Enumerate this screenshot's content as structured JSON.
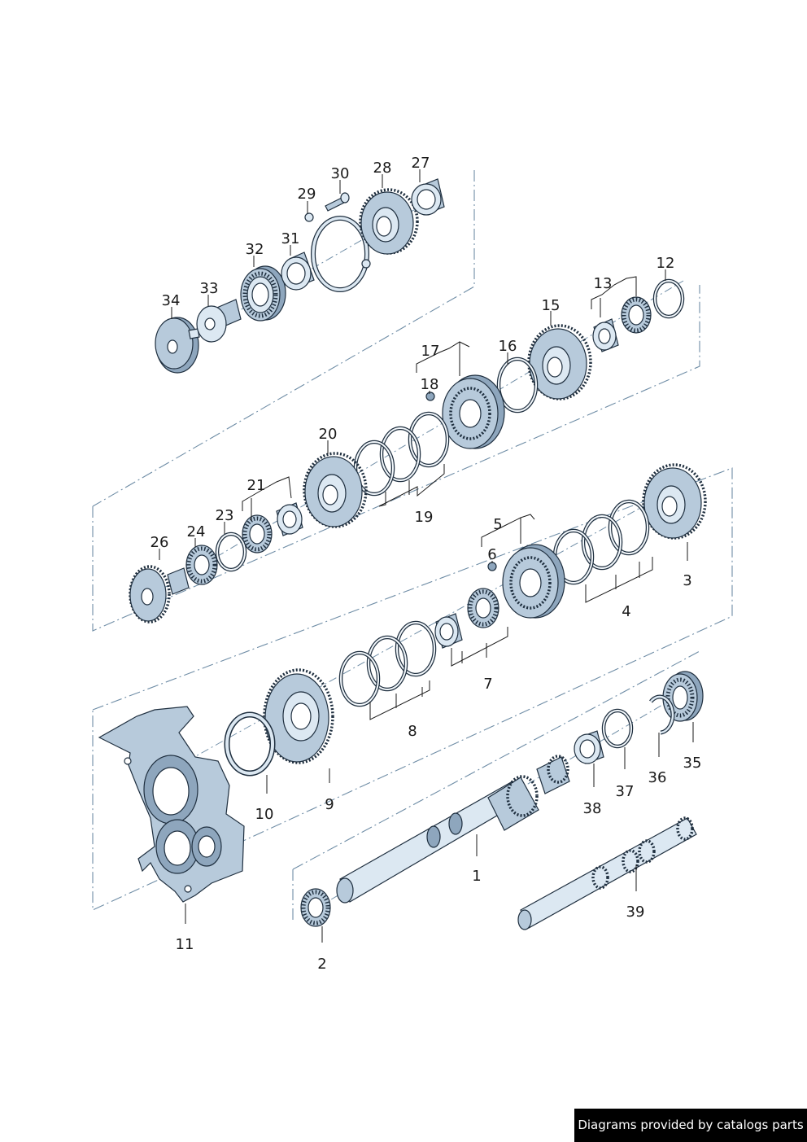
{
  "diagram": {
    "callouts": [
      "1",
      "2",
      "3",
      "4",
      "5",
      "6",
      "7",
      "8",
      "9",
      "10",
      "11",
      "12",
      "13",
      "15",
      "16",
      "17",
      "18",
      "19",
      "20",
      "21",
      "23",
      "24",
      "26",
      "27",
      "28",
      "29",
      "30",
      "31",
      "32",
      "33",
      "34",
      "35",
      "36",
      "37",
      "38",
      "39"
    ]
  },
  "footer": {
    "credit": "Diagrams provided by catalogs parts",
    "background": "#000000",
    "text_color": "#ffffff"
  },
  "colors": {
    "part_fill": "#b7cadb",
    "part_outline": "#1f2f3f",
    "frame_line": "#6f8da6"
  }
}
